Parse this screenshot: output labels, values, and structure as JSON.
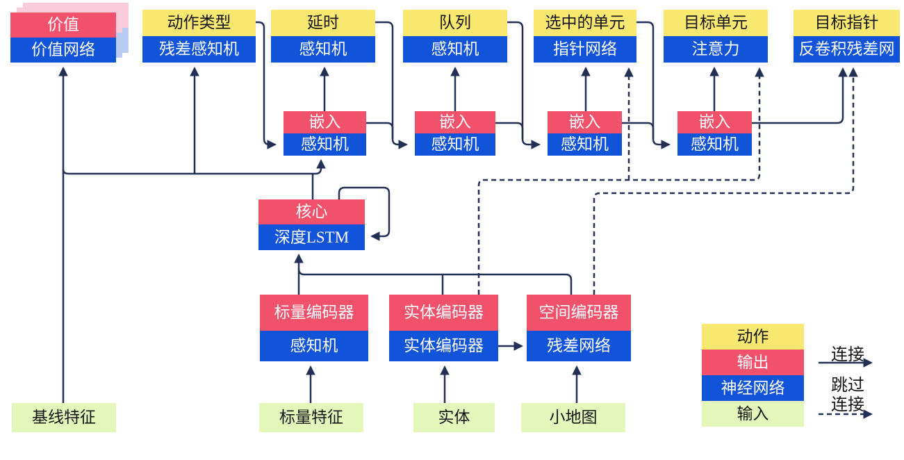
{
  "diagram": {
    "output_heads": [
      {
        "id": "value",
        "action": "价值",
        "network": "价值网络"
      },
      {
        "id": "action-type",
        "action": "动作类型",
        "network": "残差感知机"
      },
      {
        "id": "delay",
        "action": "延时",
        "network": "感知机"
      },
      {
        "id": "queue",
        "action": "队列",
        "network": "感知机"
      },
      {
        "id": "selected-units",
        "action": "选中的单元",
        "network": "指针网络"
      },
      {
        "id": "target-unit",
        "action": "目标单元",
        "network": "注意力"
      },
      {
        "id": "target-point",
        "action": "目标指针",
        "network": "反卷积残差网"
      }
    ],
    "embeddings": [
      {
        "output": "嵌入",
        "network": "感知机"
      },
      {
        "output": "嵌入",
        "network": "感知机"
      },
      {
        "output": "嵌入",
        "network": "感知机"
      },
      {
        "output": "嵌入",
        "network": "感知机"
      }
    ],
    "core": {
      "output": "核心",
      "network": "深度LSTM"
    },
    "encoders": [
      {
        "output": "标量编码器",
        "network": "感知机"
      },
      {
        "output": "实体编码器",
        "network": "实体编码器"
      },
      {
        "output": "空间编码器",
        "network": "残差网络"
      }
    ],
    "inputs": [
      "基线特征",
      "标量特征",
      "实体",
      "小地图"
    ],
    "legend": {
      "rows": [
        {
          "label": "动作",
          "type": "action"
        },
        {
          "label": "输出",
          "type": "output"
        },
        {
          "label": "神经网络",
          "type": "network"
        },
        {
          "label": "输入",
          "type": "input"
        }
      ],
      "solid_arrow_label": "连接",
      "dashed_arrow_label_line1": "跳过",
      "dashed_arrow_label_line2": "连接"
    },
    "colors": {
      "action": "#F9E870",
      "output": "#F2516B",
      "network": "#1254D9",
      "input": "#E5F6BB",
      "line": "#232F54",
      "ghost_pink": "#F9CBDB",
      "ghost_blue": "#B9CBF4"
    }
  }
}
